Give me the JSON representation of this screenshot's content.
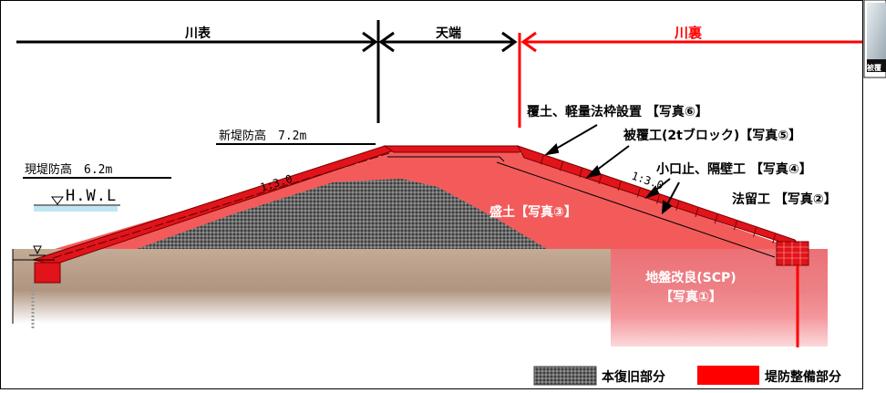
{
  "sections": {
    "river_side": "川表",
    "crown": "天端",
    "land_side": "川裏"
  },
  "levels": {
    "existing_height": "現堤防高　6.2m",
    "new_height": "新堤防高　7.2m",
    "hwl": "H.W.L"
  },
  "slopes": {
    "river_side": "1:3.0",
    "land_side": "1:3.0"
  },
  "callouts": {
    "cover_soil": "覆土、軽量法枠設置 【写真⑥】",
    "block": "被覆工(2tブロック)【写真⑤】",
    "cutoff": "小口止、隔壁工 【写真④】",
    "toe": "法留工 【写真②】",
    "fill": "盛土【写真③】",
    "ground_line1": "地盤改良(SCP)",
    "ground_line2": "【写真①】"
  },
  "legend": {
    "restoration": "本復旧部分",
    "improvement": "堤防整備部分"
  },
  "photo_caption": "被覆",
  "colors": {
    "red": "#ff0000",
    "fill_pink": "#f55a5a",
    "ground": "#b39a86",
    "ground_pink": "#f07d85",
    "hatched": "#585858",
    "water": "#bfe6f2"
  }
}
